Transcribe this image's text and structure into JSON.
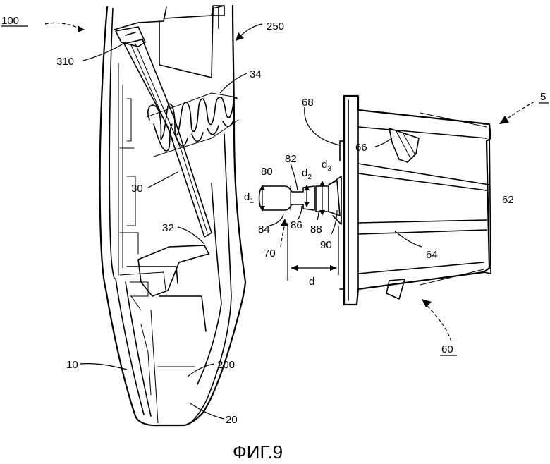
{
  "labels": {
    "l100": "100",
    "l250": "250",
    "l310": "310",
    "l34": "34",
    "l30": "30",
    "l32": "32",
    "l10": "10",
    "l200": "200",
    "l20": "20",
    "l5": "5",
    "l68": "68",
    "l66": "66",
    "l62": "62",
    "l64": "64",
    "l60": "60",
    "l80": "80",
    "l82": "82",
    "l84": "84",
    "l86": "86",
    "l88": "88",
    "l90": "90",
    "l70": "70",
    "d1": "d",
    "d1_sub": "1",
    "d2": "d",
    "d2_sub": "2",
    "d3": "d",
    "d3_sub": "3",
    "d": "d"
  },
  "caption": "ФИГ.9"
}
